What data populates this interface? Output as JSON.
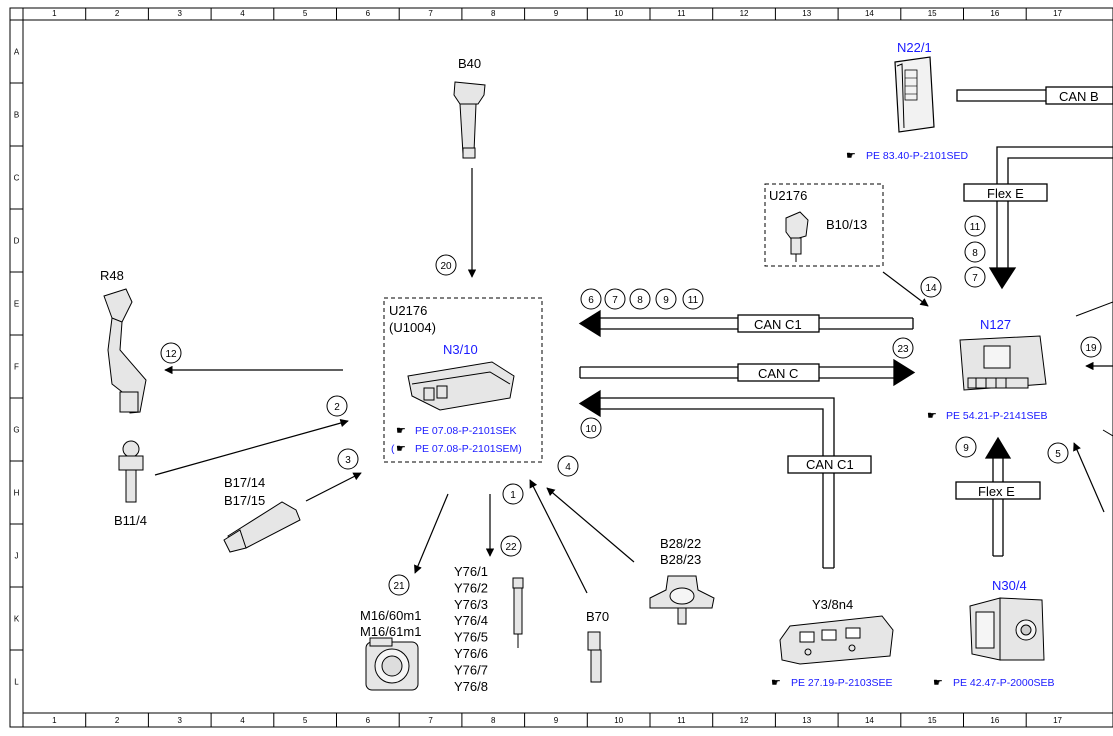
{
  "grid": {
    "columns": [
      "1",
      "2",
      "3",
      "4",
      "5",
      "6",
      "7",
      "8",
      "9",
      "10",
      "11",
      "12",
      "13",
      "14",
      "15",
      "16",
      "17"
    ],
    "rows": [
      "A",
      "B",
      "C",
      "D",
      "E",
      "F",
      "G",
      "H",
      "J",
      "K",
      "L"
    ]
  },
  "components": {
    "b40": "B40",
    "u2176_upper": "U2176",
    "b10_13": "B10/13",
    "n22_1": "N22/1",
    "n22_1_ref": "PE 83.40-P-2101SED",
    "r48": "R48",
    "u2176_main": "U2176",
    "u1004": "(U1004)",
    "n3_10": "N3/10",
    "n3_10_ref1": "PE 07.08-P-2101SEK",
    "n3_10_ref2": "PE 07.08-P-2101SEM)",
    "n3_10_ref2_prefix": "(",
    "n127": "N127",
    "n127_ref": "PE 54.21-P-2141SEB",
    "b11_4": "B11/4",
    "b17_14": "B17/14",
    "b17_15": "B17/15",
    "m16_60m1": "M16/60m1",
    "m16_61m1": "M16/61m1",
    "y76": [
      "Y76/1",
      "Y76/2",
      "Y76/3",
      "Y76/4",
      "Y76/5",
      "Y76/6",
      "Y76/7",
      "Y76/8"
    ],
    "b70": "B70",
    "b28_22": "B28/22",
    "b28_23": "B28/23",
    "y3_8n4": "Y3/8n4",
    "y3_8n4_ref": "PE 27.19-P-2103SEE",
    "n30_4": "N30/4",
    "n30_4_ref": "PE 42.47-P-2000SEB"
  },
  "buses": {
    "can_b": "CAN B",
    "flex_e_top": "Flex E",
    "can_c1_top": "CAN C1",
    "can_c": "CAN C",
    "can_c1_vertical": "CAN C1",
    "flex_e_bottom": "Flex E"
  },
  "callouts": {
    "c1": "1",
    "c2": "2",
    "c3": "3",
    "c4": "4",
    "c5": "5",
    "c6": "6",
    "c7_top": "7",
    "c8_top": "8",
    "c9_top": "9",
    "c10": "10",
    "c11_top": "11",
    "c11_right": "11",
    "c8_right": "8",
    "c7_right": "7",
    "c12": "12",
    "c14": "14",
    "c19": "19",
    "c20": "20",
    "c21": "21",
    "c22": "22",
    "c23": "23",
    "c9_right": "9"
  },
  "colors": {
    "line": "#000000",
    "accent_blue": "#1a1aff",
    "part_gray": "#cccccc"
  }
}
